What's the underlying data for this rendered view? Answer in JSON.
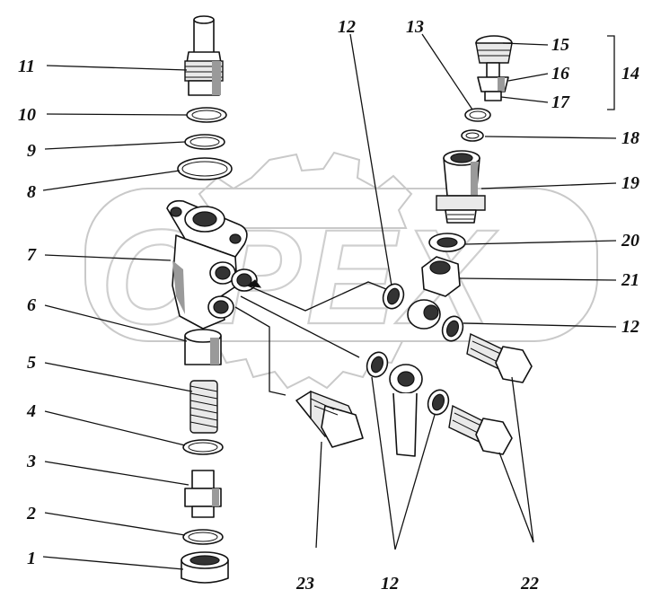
{
  "watermark": {
    "text": "OPEX"
  },
  "callouts": {
    "p1": "1",
    "p2": "2",
    "p3": "3",
    "p4": "4",
    "p5": "5",
    "p6": "6",
    "p7": "7",
    "p8": "8",
    "p9": "9",
    "p10": "10",
    "p11": "11",
    "p12_top": "12",
    "p12_right": "12",
    "p12_bottom": "12",
    "p13": "13",
    "p14": "14",
    "p15": "15",
    "p16": "16",
    "p17": "17",
    "p18": "18",
    "p19": "19",
    "p20": "20",
    "p21": "21",
    "p22": "22",
    "p23": "23"
  }
}
